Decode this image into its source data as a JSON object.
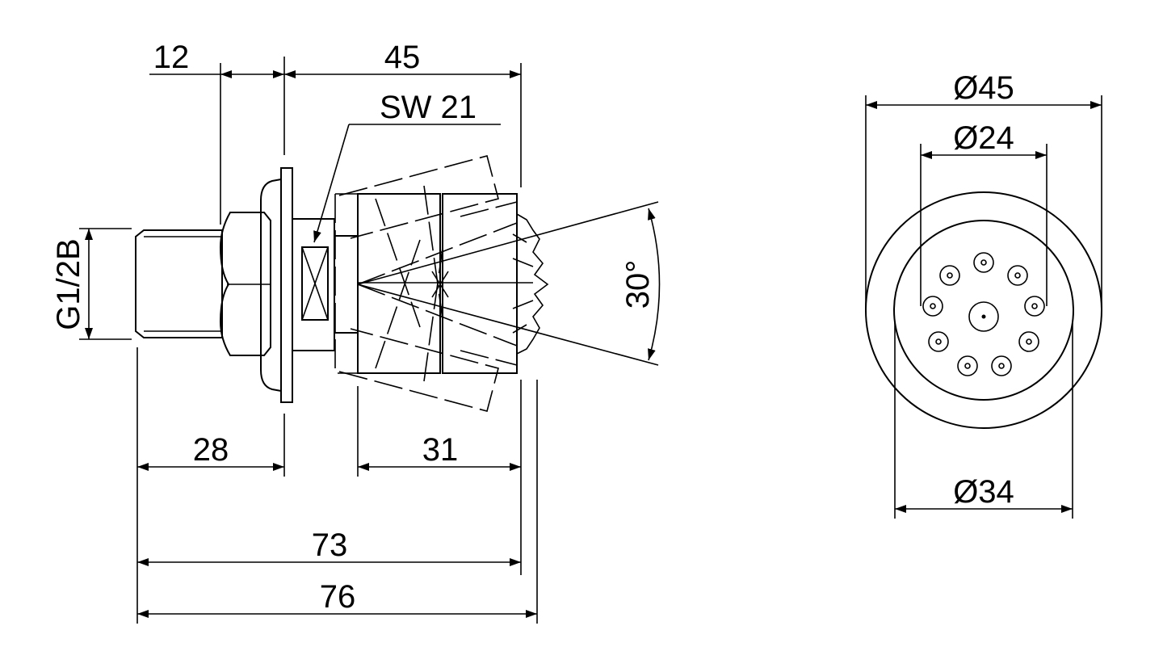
{
  "colors": {
    "line": "#000000",
    "background": "#ffffff"
  },
  "side_view": {
    "dim_12": "12",
    "dim_45": "45",
    "wrench_size": "SW 21",
    "thread": "G1/2B",
    "angle": "30°",
    "dim_28": "28",
    "dim_31": "31",
    "dim_73": "73",
    "dim_76": "76"
  },
  "front_view": {
    "dia_45": "Ø45",
    "dia_24": "Ø24",
    "dia_34": "Ø34"
  }
}
